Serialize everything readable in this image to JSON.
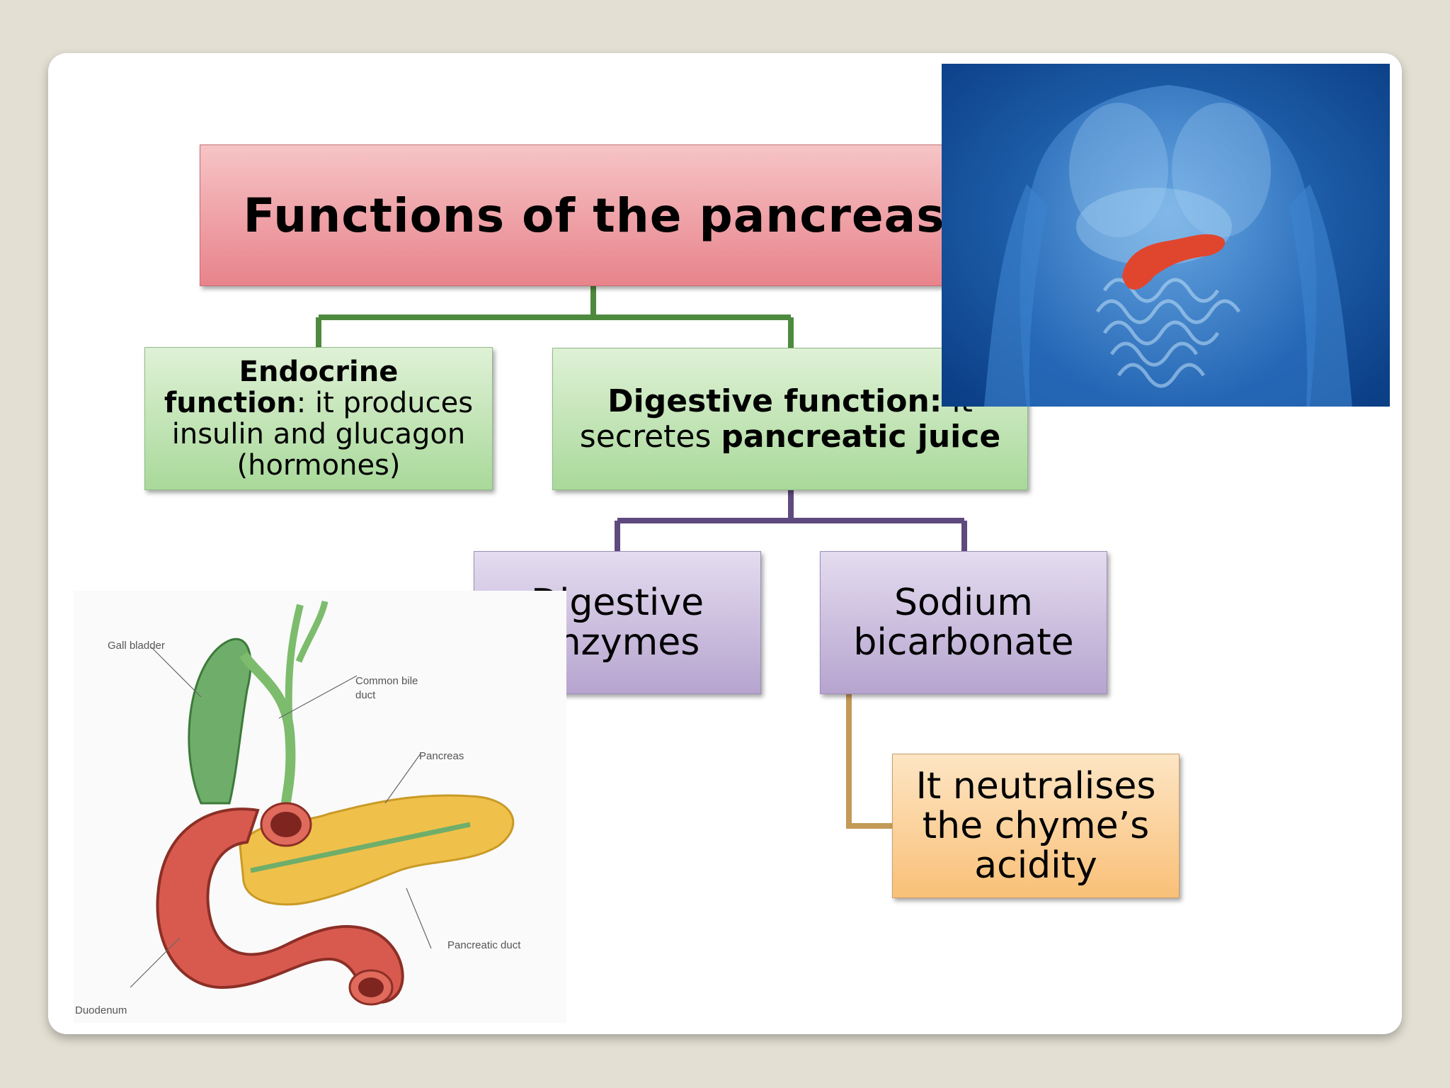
{
  "title": "Functions of the pancreas",
  "endocrine": {
    "bold_line1": "Endocrine",
    "bold_line2": "function",
    "rest_line2": ": it produces",
    "line3": "insulin and glucagon",
    "line4": "(hormones)"
  },
  "digestive": {
    "bold": "Digestive function:",
    "rest": " it",
    "line2_pre": "secretes ",
    "line2_bold": "pancreatic juice"
  },
  "enzymes": {
    "line1": "Digestive",
    "line2": "enzymes"
  },
  "bicarbonate": {
    "line1": "Sodium",
    "line2": "bicarbonate"
  },
  "neutralise": {
    "line1": "It neutralises",
    "line2": "the chyme’s",
    "line3": "acidity"
  },
  "anatomy_labels": {
    "gall_bladder": "Gall bladder",
    "common_bile_duct_1": "Common bile",
    "common_bile_duct_2": "duct",
    "pancreas": "Pancreas",
    "pancreatic_duct": "Pancreatic duct",
    "duodenum": "Duodenum"
  },
  "colors": {
    "title_box": "#e8838b",
    "green_box": "#a9d99a",
    "purple_box": "#b6a4cf",
    "orange_box": "#f9c078",
    "green_connector": "#4e8a3e",
    "purple_connector": "#5e4a7e",
    "orange_connector": "#c49a57"
  }
}
